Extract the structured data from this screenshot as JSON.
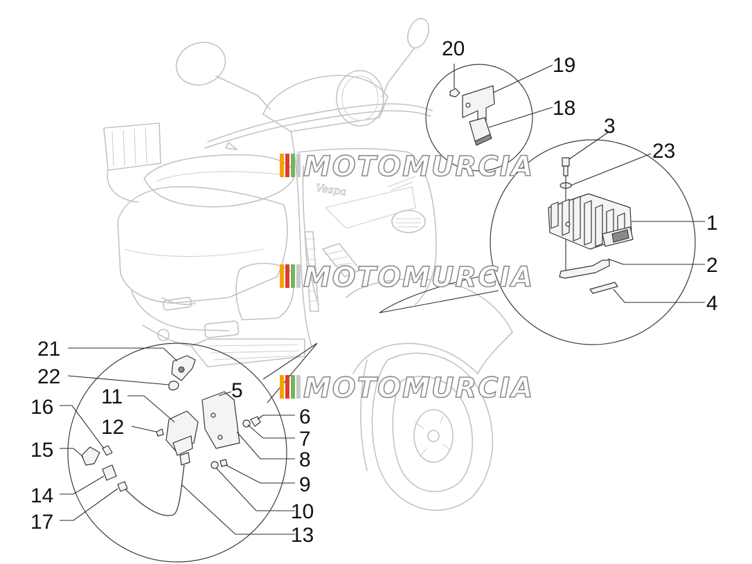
{
  "watermark": {
    "brand": "MOTOMURCIA",
    "stripe_colors": [
      "#f2a400",
      "#e23b2e",
      "#74b65b",
      "#c9c9c9"
    ]
  },
  "scooter": {
    "badge": "Vespa"
  },
  "callouts": {
    "p1": "1",
    "p2": "2",
    "p3": "3",
    "p4": "4",
    "p5": "5",
    "p6": "6",
    "p7": "7",
    "p8": "8",
    "p9": "9",
    "p10": "10",
    "p11": "11",
    "p12": "12",
    "p13": "13",
    "p14": "14",
    "p15": "15",
    "p16": "16",
    "p17": "17",
    "p18": "18",
    "p19": "19",
    "p20": "20",
    "p21": "21",
    "p22": "22",
    "p23": "23"
  }
}
